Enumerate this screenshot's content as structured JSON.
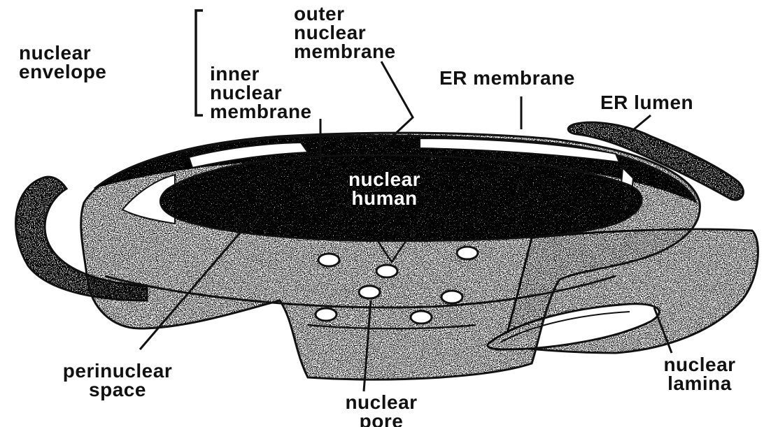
{
  "labels": {
    "nuclear_envelope": [
      "nuclear",
      "envelope"
    ],
    "outer_nuclear_membrane": [
      "outer",
      "nuclear",
      "membrane"
    ],
    "inner_nuclear_membrane": [
      "inner",
      "nuclear",
      "membrane"
    ],
    "er_membrane": [
      "ER membrane"
    ],
    "er_lumen": [
      "ER lumen"
    ],
    "nuclear_human": [
      "nuclear",
      "human"
    ],
    "perinuclear_space": [
      "perinuclear",
      "space"
    ],
    "nuclear_pore": [
      "nuclear",
      "pore"
    ],
    "nuclear_lamina": [
      "nuclear",
      "lamina"
    ]
  },
  "colors": {
    "ink": "#111111",
    "paper": "#ffffff"
  }
}
